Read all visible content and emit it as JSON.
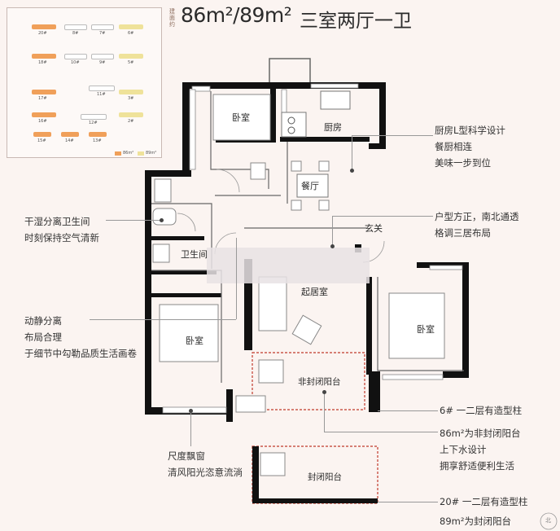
{
  "header": {
    "area_label": "建面约",
    "area_value": "86m²/89m²",
    "layout_type": "三室两厅一卫"
  },
  "sitemap": {
    "buildings": [
      "20#",
      "8#",
      "7#",
      "6#",
      "18#",
      "10#",
      "9#",
      "5#",
      "11#",
      "17#",
      "3#",
      "12#",
      "2#",
      "16#",
      "15#",
      "14#",
      "13#"
    ],
    "legend": [
      "86m²",
      "89m²"
    ]
  },
  "rooms": {
    "bedroom_top": "卧室",
    "kitchen": "厨房",
    "dining": "餐厅",
    "entrance": "玄关",
    "bathroom": "卫生间",
    "living": "起居室",
    "bedroom_left": "卧室",
    "bedroom_right": "卧室",
    "balcony_open": "非封闭阳台",
    "balcony_closed": "封闭阳台"
  },
  "notes_right": {
    "kitchen": [
      "厨房L型科学设计",
      "餐厨相连",
      "美味一步到位"
    ],
    "layout": [
      "户型方正，南北通透",
      "格调三居布局"
    ],
    "column6": "6# 一二层有造型柱",
    "balcony86": [
      "86m²为非封闭阳台",
      "上下水设计",
      "拥享舒适便利生活"
    ],
    "column20": "20# 一二层有造型柱",
    "balcony89": "89m²为封闭阳台"
  },
  "notes_left": {
    "bathroom": [
      "干湿分离卫生间",
      "时刻保持空气清新"
    ],
    "zoning": [
      "动静分离",
      "布局合理",
      "于细节中勾勒品质生活画卷"
    ],
    "window": [
      "尺度飘窗",
      "清风阳光恣意流淌"
    ]
  },
  "compass": "北"
}
